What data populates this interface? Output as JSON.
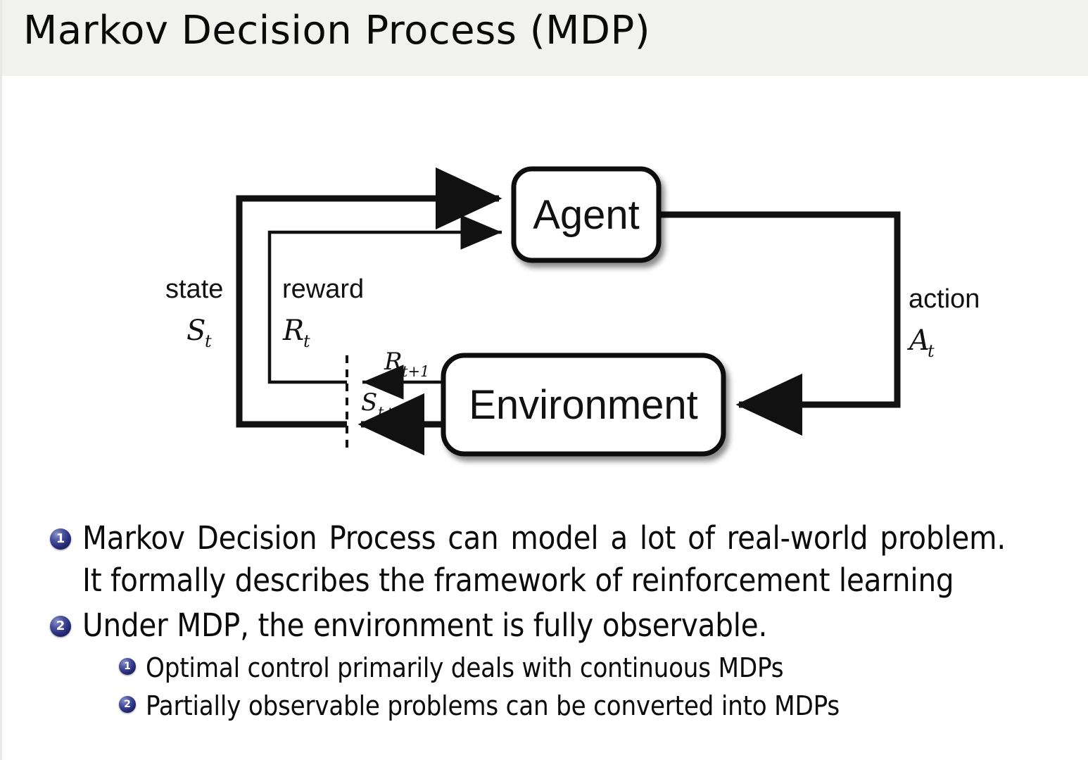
{
  "header": {
    "title": "Markov Decision Process (MDP)",
    "bar_color": "#f1f1f0"
  },
  "diagram": {
    "name": "agent-environment-interaction-loop",
    "boxes": [
      {
        "id": "agent",
        "label": "Agent"
      },
      {
        "id": "environment",
        "label": "Environment"
      }
    ],
    "labels": {
      "state_word": "state",
      "state_symbol": "S",
      "state_subscript": "t",
      "reward_word": "reward",
      "reward_symbol": "R",
      "reward_subscript": "t",
      "action_word": "action",
      "action_symbol": "A",
      "action_subscript": "t",
      "next_reward_symbol": "R",
      "next_reward_subscript": "t+1",
      "next_state_symbol": "S",
      "next_state_subscript": "t+1"
    },
    "stroke_color": "#111111",
    "box_fill": "#ffffff"
  },
  "bullets": {
    "marker_color": "#2b3180",
    "items": [
      {
        "number": "1",
        "level": 1,
        "text": "Markov Decision Process can model a lot of real-world problem. It formally describes the framework of reinforcement learning"
      },
      {
        "number": "2",
        "level": 1,
        "text": "Under MDP, the environment is fully observable."
      },
      {
        "number": "1",
        "level": 2,
        "text": "Optimal control primarily deals with continuous MDPs"
      },
      {
        "number": "2",
        "level": 2,
        "text": "Partially observable problems can be converted into MDPs"
      }
    ]
  }
}
